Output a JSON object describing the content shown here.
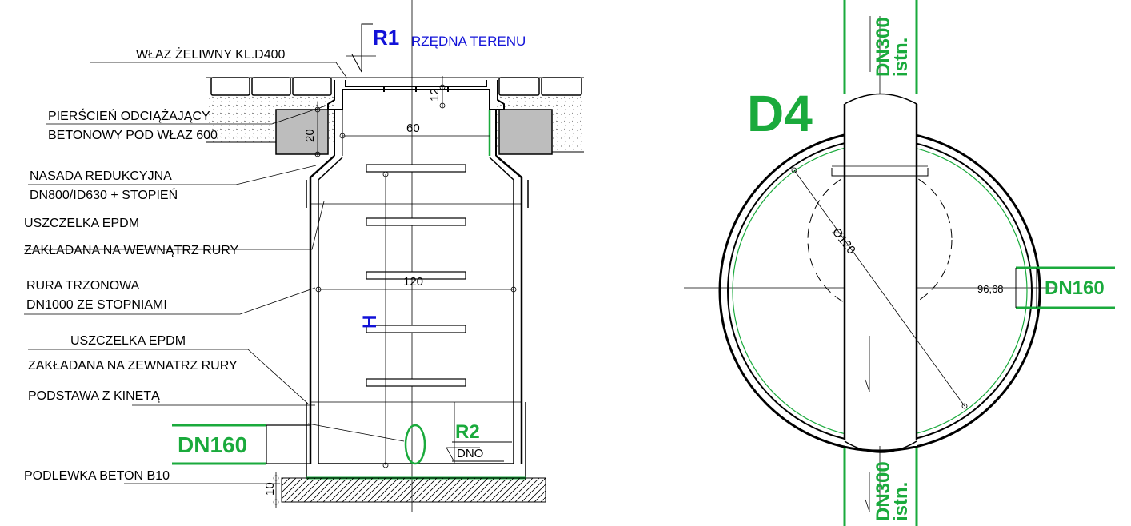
{
  "section": {
    "labels": {
      "hatch": "WŁAZ ŻELIWNY  KL.D400",
      "ring_line1": "PIERŚCIEŃ ODCIĄŻAJĄCY",
      "ring_line2": "BETONOWY POD WŁAZ 600",
      "reducer_line1": "NASADA  REDUKCYJNA",
      "reducer_line2": "DN800/ID630 + STOPIEŃ",
      "seal_in_line1": "USZCZELKA EPDM",
      "seal_in_line2": "ZAKŁADANA NA WEWNĄTRZ  RURY",
      "pipe_line1": "RURA TRZONOWA",
      "pipe_line2": "DN1000 ZE  STOPNIAMI",
      "seal_out_line1": "USZCZELKA EPDM",
      "seal_out_line2": "ZAKŁADANA NA ZEWNATRZ RURY",
      "base": "PODSTAWA  Z  KINETĄ",
      "grout": "PODLEWKA  BETON B10"
    },
    "marks": {
      "r1": "R1",
      "r1_text": "RZĘDNA  TERENU",
      "r2": "R2",
      "r2_text": "DNO",
      "h": "H",
      "inlet": "DN160"
    },
    "dims": {
      "d12": "12",
      "d20": "20",
      "d60": "60",
      "d120": "120",
      "d10": "10"
    }
  },
  "plan": {
    "id": "D4",
    "diameter": "Ø120",
    "offset": "96,68",
    "pipe_top_line1": "DN300",
    "pipe_top_line2": "istn.",
    "pipe_bottom_line1": "DN300",
    "pipe_bottom_line2": "istn.",
    "side_pipe": "DN160"
  },
  "colors": {
    "green": "#1aaa3c",
    "blue": "#1212d8",
    "ink": "#000000"
  }
}
